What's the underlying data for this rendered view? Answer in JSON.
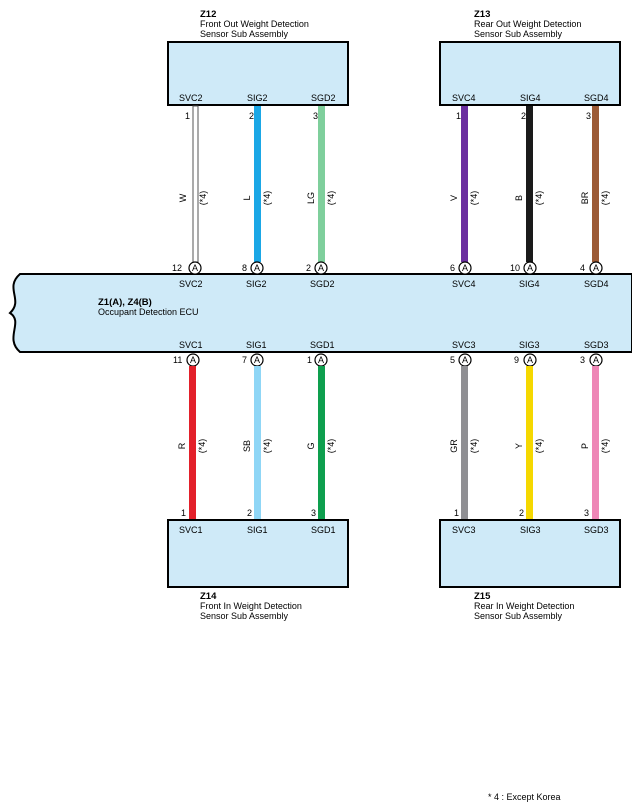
{
  "components": {
    "z12": {
      "code": "Z12",
      "name_line1": "Front Out Weight Detection",
      "name_line2": "Sensor Sub Assembly",
      "pins": [
        "SVC2",
        "SIG2",
        "SGD2"
      ],
      "pin_numbers": [
        "1",
        "2",
        "3"
      ]
    },
    "z13": {
      "code": "Z13",
      "name_line1": "Rear Out Weight Detection",
      "name_line2": "Sensor Sub Assembly",
      "pins": [
        "SVC4",
        "SIG4",
        "SGD4"
      ],
      "pin_numbers": [
        "1",
        "2",
        "3"
      ]
    },
    "z14": {
      "code": "Z14",
      "name_line1": "Front In Weight Detection",
      "name_line2": "Sensor Sub Assembly",
      "pins": [
        "SVC1",
        "SIG1",
        "SGD1"
      ],
      "pin_numbers": [
        "1",
        "2",
        "3"
      ]
    },
    "z15": {
      "code": "Z15",
      "name_line1": "Rear In Weight Detection",
      "name_line2": "Sensor Sub Assembly",
      "pins": [
        "SVC3",
        "SIG3",
        "SGD3"
      ],
      "pin_numbers": [
        "1",
        "2",
        "3"
      ]
    }
  },
  "ecu": {
    "code": "Z1(A), Z4(B)",
    "name": "Occupant Detection ECU",
    "connector": "A",
    "top_pins": [
      "SVC2",
      "SIG2",
      "SGD2",
      "SVC4",
      "SIG4",
      "SGD4"
    ],
    "top_pin_numbers": [
      "12",
      "8",
      "2",
      "6",
      "10",
      "4"
    ],
    "bottom_pins": [
      "SVC1",
      "SIG1",
      "SGD1",
      "SVC3",
      "SIG3",
      "SGD3"
    ],
    "bottom_pin_numbers": [
      "11",
      "7",
      "1",
      "5",
      "9",
      "3"
    ]
  },
  "wires_top": [
    {
      "label": "W",
      "note": "(*4)",
      "color": "#ffffff"
    },
    {
      "label": "L",
      "note": "(*4)",
      "color": "#1aa7e6"
    },
    {
      "label": "LG",
      "note": "(*4)",
      "color": "#7fcf9c"
    },
    {
      "label": "V",
      "note": "(*4)",
      "color": "#6b2fa0"
    },
    {
      "label": "B",
      "note": "(*4)",
      "color": "#1a1a1a"
    },
    {
      "label": "BR",
      "note": "(*4)",
      "color": "#9c5a35"
    }
  ],
  "wires_bottom": [
    {
      "label": "R",
      "note": "(*4)",
      "color": "#e3202a"
    },
    {
      "label": "SB",
      "note": "(*4)",
      "color": "#8fd6f6"
    },
    {
      "label": "G",
      "note": "(*4)",
      "color": "#0e9f4e"
    },
    {
      "label": "GR",
      "note": "(*4)",
      "color": "#8f8f93"
    },
    {
      "label": "Y",
      "note": "(*4)",
      "color": "#f5d800"
    },
    {
      "label": "P",
      "note": "(*4)",
      "color": "#ee86b6"
    }
  ],
  "footnote": "* 4 : Except Korea",
  "colors": {
    "box_fill": "#cfeaf8",
    "outline": "#000000"
  }
}
